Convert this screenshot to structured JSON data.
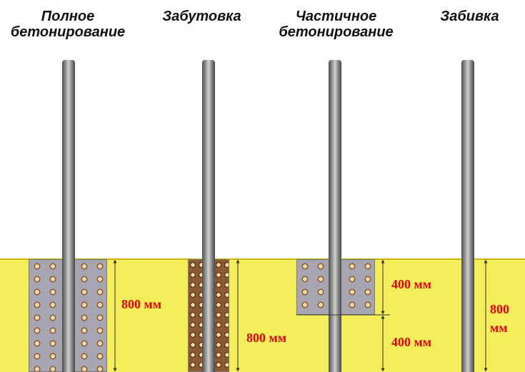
{
  "titles": {
    "full": "Полное\nбетонирование",
    "rubble": "Забутовка",
    "partial": "Частичное\nбетонирование",
    "driving": "Забивка"
  },
  "dimensions": {
    "full": "800 мм",
    "rubble": "800 мм",
    "partial_top": "400 мм",
    "partial_bottom": "400 мм",
    "driving": "800\nмм"
  },
  "colors": {
    "soil": "#f3ee5a",
    "concrete": "#a7a5b2",
    "rubble": "#8b5a32",
    "label": "#e00000"
  }
}
